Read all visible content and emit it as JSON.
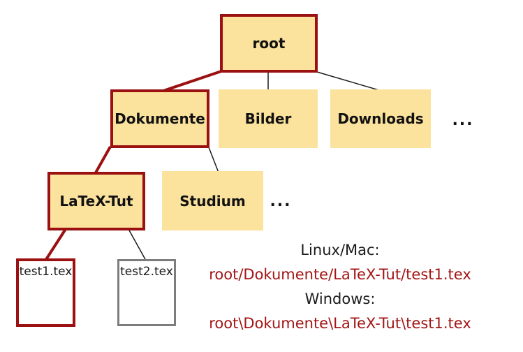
{
  "nodes": {
    "root": "root",
    "dokumente": "Dokumente",
    "bilder": "Bilder",
    "downloads": "Downloads",
    "row2_ellipsis": "...",
    "latex_tut": "LaTeX-Tut",
    "studium": "Studium",
    "row3_ellipsis": "...",
    "test1": "test1.tex",
    "test2": "test2.tex"
  },
  "caption": {
    "linux_label": "Linux/Mac:",
    "linux_path": "root/Dokumente/LaTeX-Tut/test1.tex",
    "windows_label": "Windows:",
    "windows_path": "root\\Dokumente\\LaTeX-Tut\\test1.tex"
  },
  "colors": {
    "node_fill": "#FBE29D",
    "highlight_red": "#9B1111",
    "path_text_red": "#A31515",
    "muted_gray_border": "#7d7d7d",
    "edge_black": "#1a1a1a"
  }
}
